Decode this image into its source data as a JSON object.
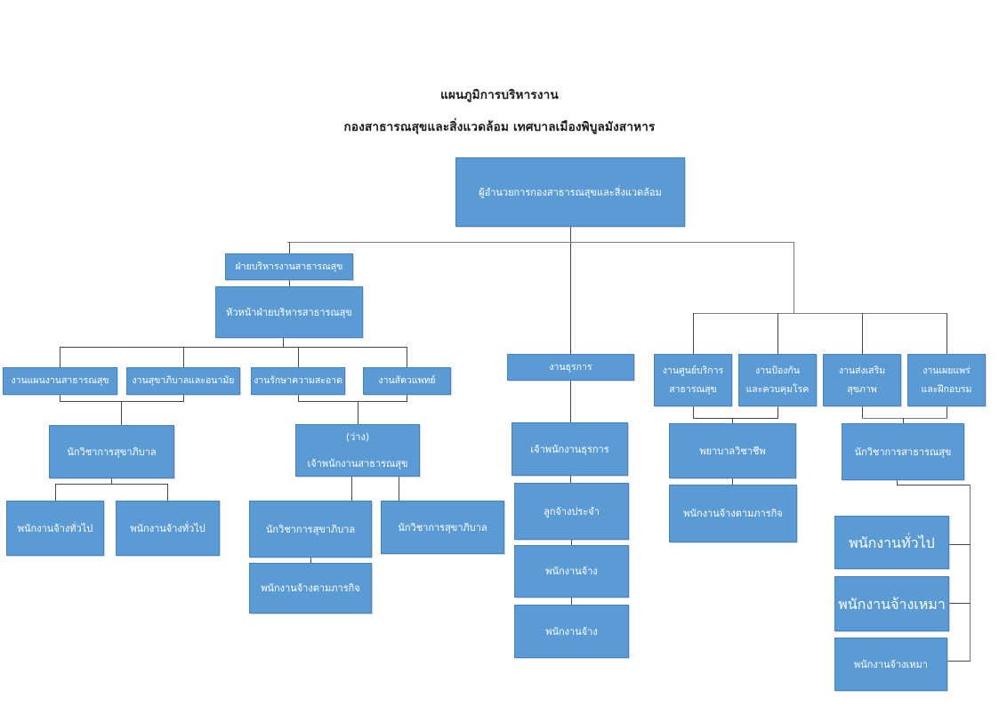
{
  "page": {
    "title": "แผนภูมิการบริหารงาน",
    "subtitle": "กองสาธารณสุขและสิ่งแวดล้อม เทศบาลเมืองพิบูลมังสาหาร"
  },
  "colors": {
    "box_fill": "#5b9bd5",
    "box_border": "#4383c2",
    "box_text": "#ffffff",
    "connector": "#474747",
    "background": "#ffffff"
  },
  "nodes": {
    "director": {
      "label": "ผู้อำนวยการกองสาธารณสุขและสิ่งแวดล้อม"
    },
    "admin_section": {
      "label": "ฝ่ายบริหารงานสาธารณสุข"
    },
    "admin_head": {
      "label": "หัวหน้าฝ่ายบริหารสาธารณสุข"
    },
    "plan_work": {
      "label": "งานแผนงานสาธารณสุข"
    },
    "sanitation_work": {
      "label": "งานสุขาภิบาลและอนามัย"
    },
    "cleaning_work": {
      "label": "งานรักษาความสะอาด"
    },
    "vet_work": {
      "label": "งานสัตวแพทย์"
    },
    "sanitation_officer_a": {
      "label": "นักวิชาการสุขาภิบาล"
    },
    "vacant_officer": {
      "label": "(ว่าง)\nเจ้าพนักงานสาธารณสุข"
    },
    "general_emp_1": {
      "label": "พนักงานจ้างทั่วไป"
    },
    "general_emp_2": {
      "label": "พนักงานจ้างทั่วไป"
    },
    "sanitation_officer_b": {
      "label": "นักวิชาการสุขาภิบาล"
    },
    "sanitation_officer_c": {
      "label": "นักวิชาการสุขาภิบาล"
    },
    "mission_emp_left": {
      "label": "พนักงานจ้างตามภารกิจ"
    },
    "clerical_work": {
      "label": "งานธุรการ"
    },
    "clerical_officer": {
      "label": "เจ้าพนักงานธุรการ"
    },
    "permanent_emp": {
      "label": "ลูกจ้างประจำ"
    },
    "hired_emp_1": {
      "label": "พนักงานจ้าง"
    },
    "hired_emp_2": {
      "label": "พนักงานจ้าง"
    },
    "health_center_work": {
      "label": "งานศูนย์บริการ\nสาธารณสุข"
    },
    "disease_control_work": {
      "label": "งานป้องกัน\nและควบคุมโรค"
    },
    "health_promotion_work": {
      "label": "งานส่งเสริม\nสุขภาพ"
    },
    "training_work": {
      "label": "งานเผยแพร่\nและฝึกอบรม"
    },
    "nurse": {
      "label": "พยาบาลวิชาชีพ"
    },
    "mission_emp_right": {
      "label": "พนักงานจ้างตามภารกิจ"
    },
    "public_health_officer": {
      "label": "นักวิชาการสาธารณสุข"
    },
    "general_worker": {
      "label": "พนักงานทั่วไป"
    },
    "contract_emp_1": {
      "label": "พนักงานจ้างเหมา"
    },
    "contract_emp_2": {
      "label": "พนักงานจ้างเหมา"
    }
  }
}
